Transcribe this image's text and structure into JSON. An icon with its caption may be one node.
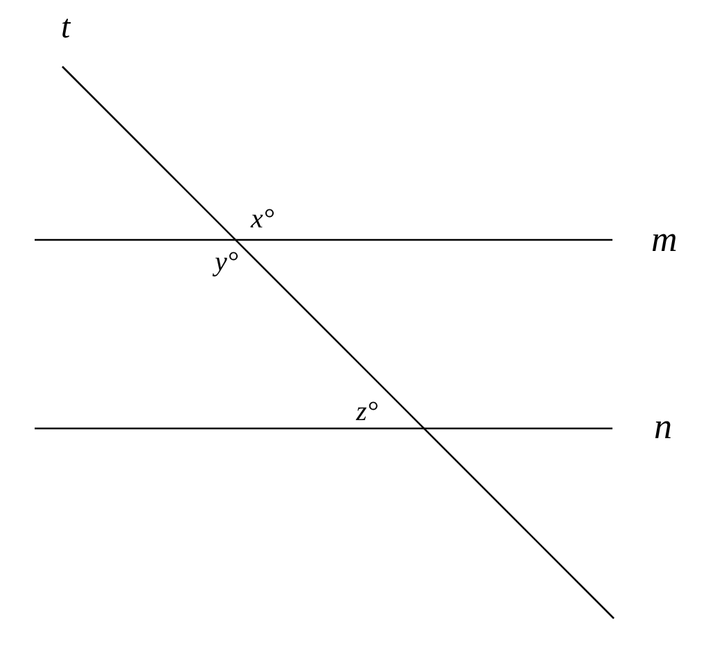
{
  "diagram": {
    "labels": [
      "t",
      "x°",
      "m",
      "y°",
      "z°",
      "n"
    ]
  }
}
